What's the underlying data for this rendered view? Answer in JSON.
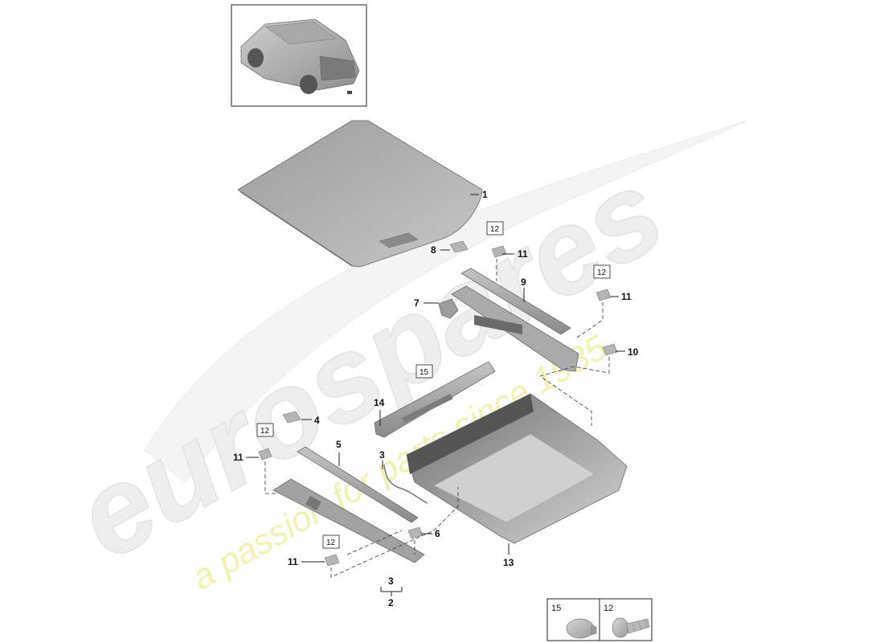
{
  "watermark": {
    "brand": "eurospares",
    "tagline": "a passion for parts since 1985"
  },
  "callouts": [
    {
      "id": "c1",
      "label": "1"
    },
    {
      "id": "c2",
      "label": "2"
    },
    {
      "id": "c3a",
      "label": "3"
    },
    {
      "id": "c3b",
      "label": "3"
    },
    {
      "id": "c4",
      "label": "4"
    },
    {
      "id": "c5",
      "label": "5"
    },
    {
      "id": "c6",
      "label": "6"
    },
    {
      "id": "c7",
      "label": "7"
    },
    {
      "id": "c8",
      "label": "8"
    },
    {
      "id": "c9",
      "label": "9"
    },
    {
      "id": "c10",
      "label": "10"
    },
    {
      "id": "c11a",
      "label": "11"
    },
    {
      "id": "c11b",
      "label": "11"
    },
    {
      "id": "c11c",
      "label": "11"
    },
    {
      "id": "c11d",
      "label": "11"
    },
    {
      "id": "c13",
      "label": "13"
    },
    {
      "id": "c14",
      "label": "14"
    }
  ],
  "boxed_refs": [
    {
      "id": "b12a",
      "label": "12"
    },
    {
      "id": "b12b",
      "label": "12"
    },
    {
      "id": "b12c",
      "label": "12"
    },
    {
      "id": "b12d",
      "label": "12"
    },
    {
      "id": "b15",
      "label": "15"
    }
  ],
  "legend": [
    {
      "label": "15",
      "icon": "push-clip-icon"
    },
    {
      "label": "12",
      "icon": "expansion-rivet-icon"
    }
  ]
}
